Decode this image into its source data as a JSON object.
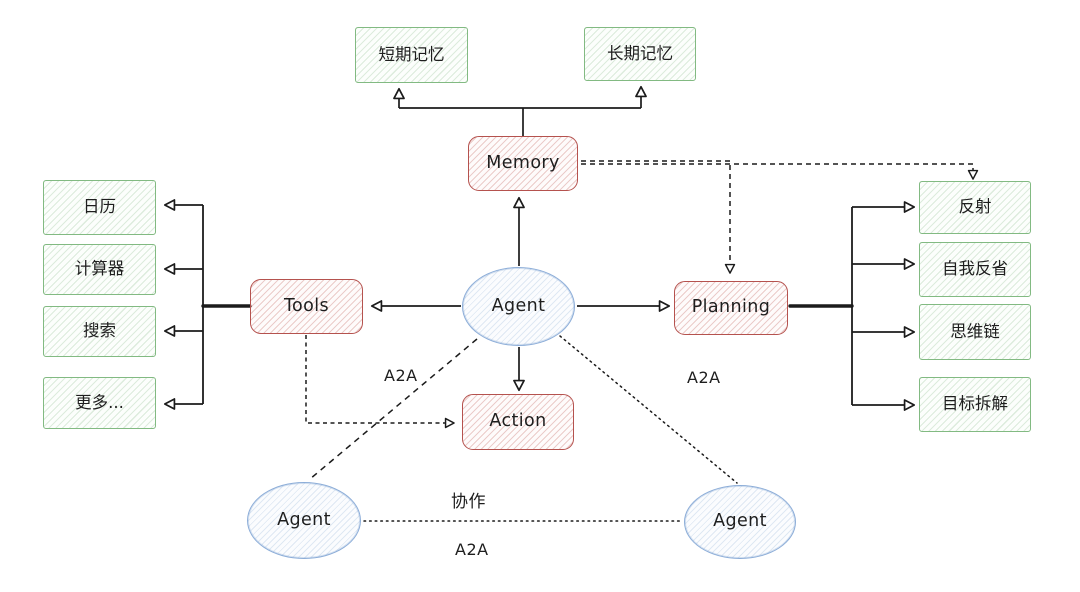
{
  "diagram": {
    "title": "agent-architecture-diagram",
    "colors": {
      "red_node_border": "#b5524e",
      "green_node_border": "#82ba82",
      "blue_node_border": "#8cadd8",
      "connector_line": "#1b1b1b",
      "background": "#ffffff"
    },
    "nodes": {
      "memory": {
        "label": "Memory"
      },
      "tools": {
        "label": "Tools"
      },
      "planning": {
        "label": "Planning"
      },
      "action": {
        "label": "Action"
      },
      "agent_center": {
        "label": "Agent"
      },
      "agent_left": {
        "label": "Agent"
      },
      "agent_right": {
        "label": "Agent"
      },
      "memory_children": [
        {
          "label": "短期记忆"
        },
        {
          "label": "长期记忆"
        }
      ],
      "tools_children": [
        {
          "label": "日历"
        },
        {
          "label": "计算器"
        },
        {
          "label": "搜索"
        },
        {
          "label": "更多..."
        }
      ],
      "planning_children": [
        {
          "label": "反射"
        },
        {
          "label": "自我反省"
        },
        {
          "label": "思维链"
        },
        {
          "label": "目标拆解"
        }
      ]
    },
    "edge_labels": {
      "a2a_left": "A2A",
      "a2a_right": "A2A",
      "a2a_bottom": "A2A",
      "collaboration": "协作"
    }
  }
}
